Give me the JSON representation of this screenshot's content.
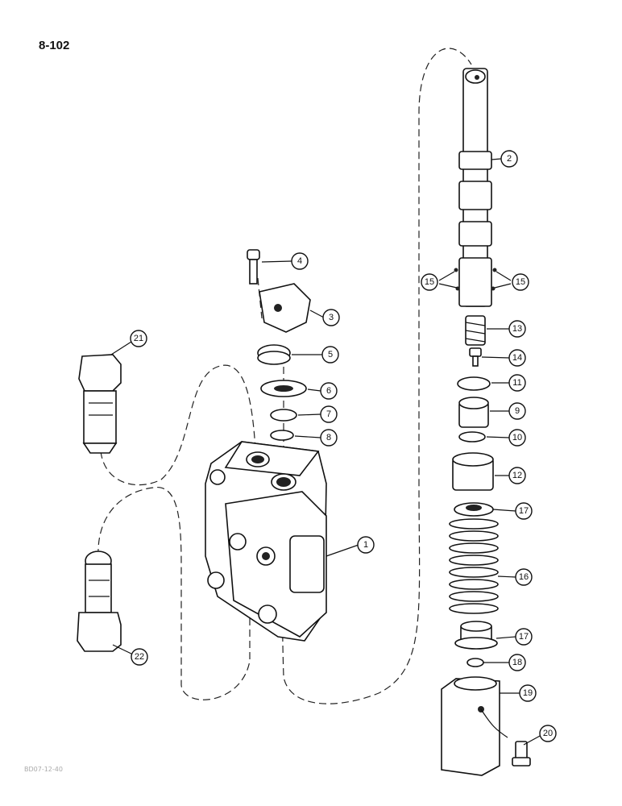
{
  "page": {
    "number": "8-102",
    "figure_code": "BD07-12-40"
  },
  "callouts": [
    {
      "id": "c1",
      "label": "1"
    },
    {
      "id": "c2",
      "label": "2"
    },
    {
      "id": "c3",
      "label": "3"
    },
    {
      "id": "c4",
      "label": "4"
    },
    {
      "id": "c5",
      "label": "5"
    },
    {
      "id": "c6",
      "label": "6"
    },
    {
      "id": "c7",
      "label": "7"
    },
    {
      "id": "c8",
      "label": "8"
    },
    {
      "id": "c9",
      "label": "9"
    },
    {
      "id": "c10",
      "label": "10"
    },
    {
      "id": "c11",
      "label": "11"
    },
    {
      "id": "c12",
      "label": "12"
    },
    {
      "id": "c13",
      "label": "13"
    },
    {
      "id": "c14",
      "label": "14"
    },
    {
      "id": "c15a",
      "label": "15"
    },
    {
      "id": "c15b",
      "label": "15"
    },
    {
      "id": "c16",
      "label": "16"
    },
    {
      "id": "c17a",
      "label": "17"
    },
    {
      "id": "c17b",
      "label": "17"
    },
    {
      "id": "c18",
      "label": "18"
    },
    {
      "id": "c19",
      "label": "19"
    },
    {
      "id": "c20",
      "label": "20"
    },
    {
      "id": "c21",
      "label": "21"
    },
    {
      "id": "c22",
      "label": "22"
    }
  ]
}
